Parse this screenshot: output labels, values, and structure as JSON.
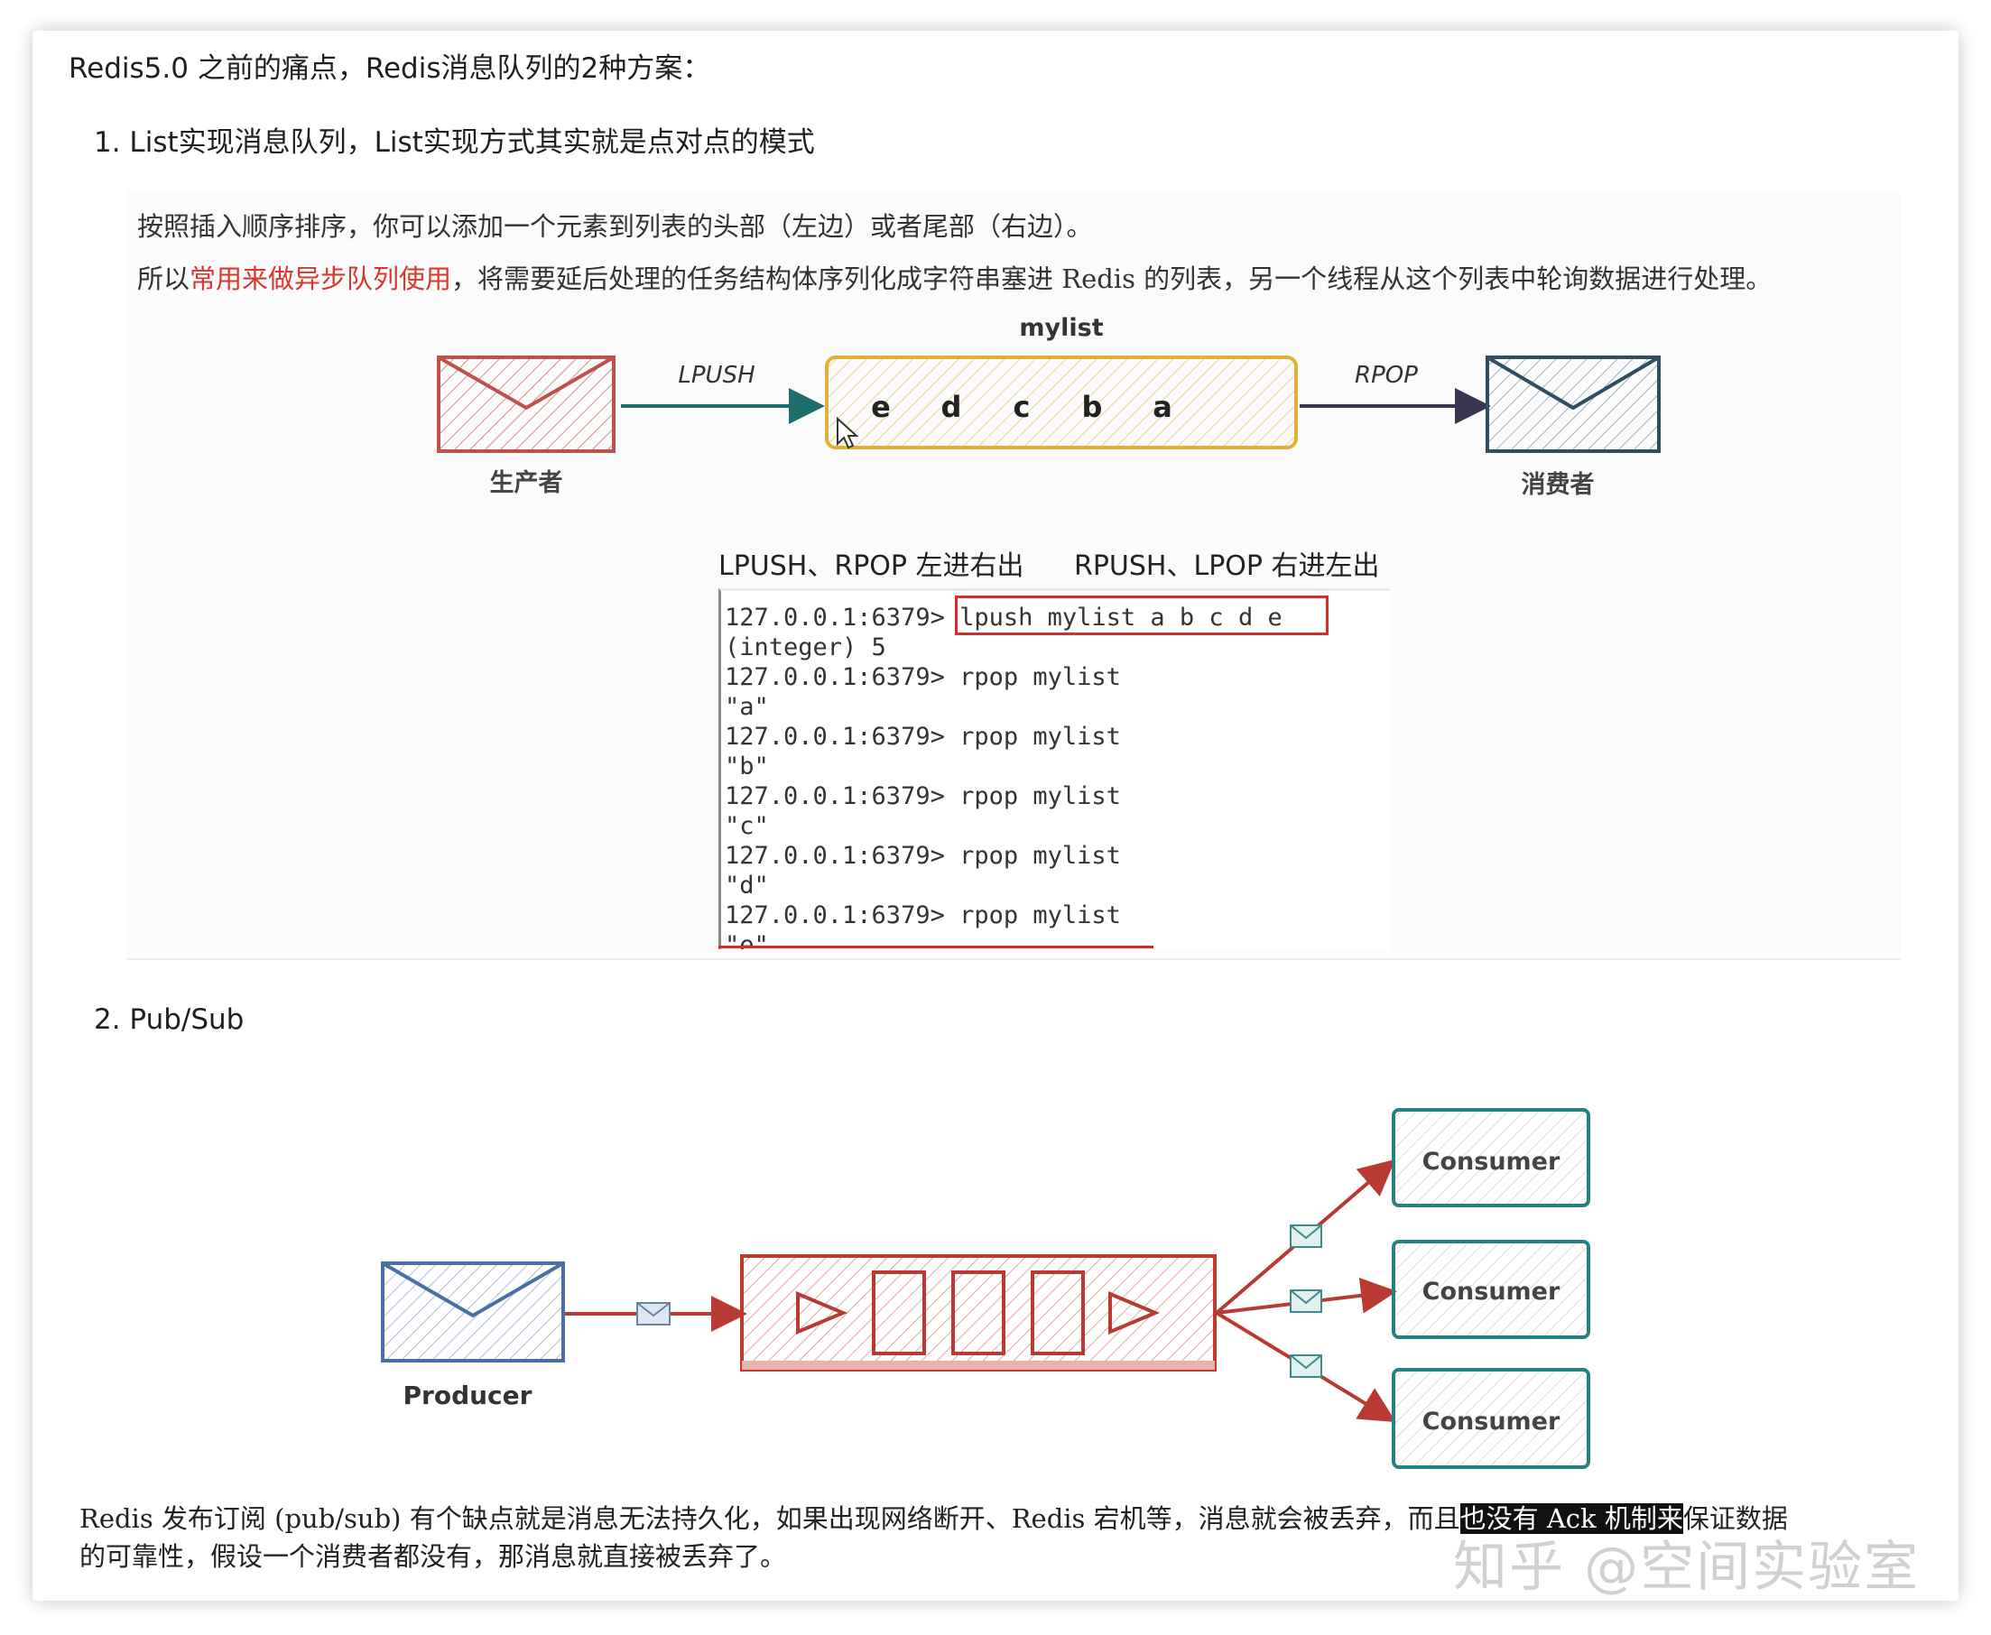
{
  "heading": "Redis5.0 之前的痛点，Redis消息队列的2种方案：",
  "list_items": [
    "1. List实现消息队列，List实现方式其实就是点对点的模式",
    "2. Pub/Sub"
  ],
  "list_section": {
    "para1": "按照插入顺序排序，你可以添加一个元素到列表的头部（左边）或者尾部（右边）。",
    "para2_prefix": "所以",
    "para2_red": "常用来做异步队列使用",
    "para2_rest": "，将需要延后处理的任务结构体序列化成字符串塞进 Redis 的列表，另一个线程从这个列表中轮询数据进行处理。",
    "diagram": {
      "queue_title": "mylist",
      "producer_label": "生产者",
      "consumer_label": "消费者",
      "push_label": "LPUSH",
      "pop_label": "RPOP",
      "queue_items": [
        "e",
        "d",
        "c",
        "b",
        "a"
      ],
      "colors": {
        "producer": "#c0504d",
        "queue": "#e0b13a",
        "consumer": "#2f4f5f",
        "push_arrow": "#1e6e6e",
        "pop_arrow": "#3a3550"
      }
    },
    "compare_left": "LPUSH、RPOP 左进右出",
    "compare_right": "RPUSH、LPOP 右进左出",
    "terminal_lines": [
      "127.0.0.1:6379> lpush mylist a b c d e",
      "(integer) 5",
      "127.0.0.1:6379> rpop mylist",
      "\"a\"",
      "127.0.0.1:6379> rpop mylist",
      "\"b\"",
      "127.0.0.1:6379> rpop mylist",
      "\"c\"",
      "127.0.0.1:6379> rpop mylist",
      "\"d\"",
      "127.0.0.1:6379> rpop mylist",
      "\"e\""
    ]
  },
  "pubsub_section": {
    "producer_label": "Producer",
    "consumer_labels": [
      "Consumer",
      "Consumer",
      "Consumer"
    ],
    "colors": {
      "producer": "#4a6fa5",
      "channel": "#c0392b",
      "consumer": "#2a7f7f"
    },
    "para_line1_a": "Redis 发布订阅 (pub/sub) 有个缺点就是消息无法持久化，如果出现网络断开、Redis 宕机等，消息就会被丢弃，而且",
    "para_line1_hl": "也没有 Ack 机制来",
    "para_line1_b": "保证数据",
    "para_line2": "的可靠性，假设一个消费者都没有，那消息就直接被丢弃了。"
  },
  "watermark": "知乎 @空间实验室"
}
